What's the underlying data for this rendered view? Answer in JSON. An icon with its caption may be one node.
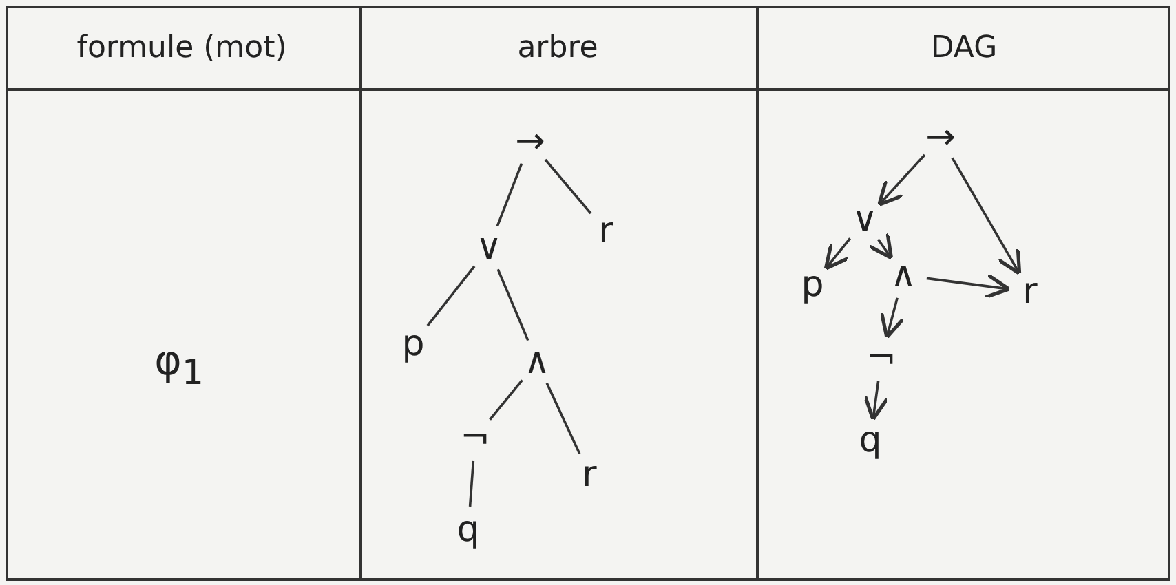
{
  "diagram": {
    "nodes": [
      {
        "text": [
          "→"
        ]
      },
      {
        "text": [
          "∨"
        ]
      },
      {
        "text": [
          "r"
        ]
      },
      {
        "text": [
          "p"
        ]
      },
      {
        "text": [
          "∧"
        ]
      },
      {
        "text": [
          "¬"
        ]
      },
      {
        "text": [
          "r"
        ]
      },
      {
        "text": [
          "q"
        ]
      },
      {
        "text": [
          "→"
        ]
      },
      {
        "text": [
          "∨"
        ]
      },
      {
        "text": [
          "p"
        ]
      },
      {
        "text": [
          "∧"
        ]
      },
      {
        "text": [
          "r"
        ]
      },
      {
        "text": [
          "¬"
        ]
      },
      {
        "text": [
          "q"
        ]
      }
    ],
    "edges": [
      {
        "from": 0,
        "to": 1,
        "arrow": "none"
      },
      {
        "from": 0,
        "to": 2,
        "arrow": "none"
      },
      {
        "from": 1,
        "to": 3,
        "arrow": "none"
      },
      {
        "from": 1,
        "to": 4,
        "arrow": "none"
      },
      {
        "from": 4,
        "to": 5,
        "arrow": "none"
      },
      {
        "from": 4,
        "to": 6,
        "arrow": "none"
      },
      {
        "from": 5,
        "to": 7,
        "arrow": "none"
      },
      {
        "from": 8,
        "to": 9,
        "arrow": "to"
      },
      {
        "from": 8,
        "to": 12,
        "arrow": "to"
      },
      {
        "from": 9,
        "to": 10,
        "arrow": "to"
      },
      {
        "from": 9,
        "to": 11,
        "arrow": "to"
      },
      {
        "from": 11,
        "to": 12,
        "arrow": "to"
      },
      {
        "from": 11,
        "to": 13,
        "arrow": "to"
      },
      {
        "from": 13,
        "to": 14,
        "arrow": "to"
      }
    ],
    "labels": [
      "formule (mot)",
      "arbre",
      "DAG",
      "φ$_{1}$"
    ]
  }
}
